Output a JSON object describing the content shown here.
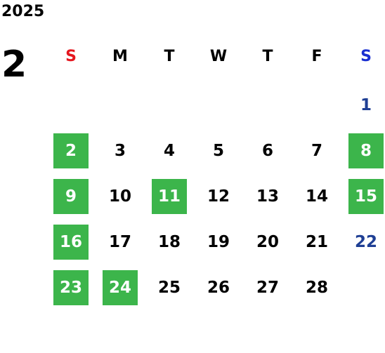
{
  "calendar": {
    "year": "2025",
    "month": "2",
    "weekdays": [
      {
        "label": "S",
        "color": "#e5171f"
      },
      {
        "label": "M",
        "color": "#000000"
      },
      {
        "label": "T",
        "color": "#000000"
      },
      {
        "label": "W",
        "color": "#000000"
      },
      {
        "label": "T",
        "color": "#000000"
      },
      {
        "label": "F",
        "color": "#000000"
      },
      {
        "label": "S",
        "color": "#1a2fd1"
      }
    ],
    "holiday_color": "#3cb54b",
    "saturday_color": "#1f3f94",
    "days": [
      {
        "day": "1",
        "holiday": false
      },
      {
        "day": "2",
        "holiday": true
      },
      {
        "day": "3",
        "holiday": false
      },
      {
        "day": "4",
        "holiday": false
      },
      {
        "day": "5",
        "holiday": false
      },
      {
        "day": "6",
        "holiday": false
      },
      {
        "day": "7",
        "holiday": false
      },
      {
        "day": "8",
        "holiday": true
      },
      {
        "day": "9",
        "holiday": true
      },
      {
        "day": "10",
        "holiday": false
      },
      {
        "day": "11",
        "holiday": true
      },
      {
        "day": "12",
        "holiday": false
      },
      {
        "day": "13",
        "holiday": false
      },
      {
        "day": "14",
        "holiday": false
      },
      {
        "day": "15",
        "holiday": true
      },
      {
        "day": "16",
        "holiday": true
      },
      {
        "day": "17",
        "holiday": false
      },
      {
        "day": "18",
        "holiday": false
      },
      {
        "day": "19",
        "holiday": false
      },
      {
        "day": "20",
        "holiday": false
      },
      {
        "day": "21",
        "holiday": false
      },
      {
        "day": "22",
        "holiday": false
      },
      {
        "day": "23",
        "holiday": true
      },
      {
        "day": "24",
        "holiday": true
      },
      {
        "day": "25",
        "holiday": false
      },
      {
        "day": "26",
        "holiday": false
      },
      {
        "day": "27",
        "holiday": false
      },
      {
        "day": "28",
        "holiday": false
      }
    ]
  }
}
